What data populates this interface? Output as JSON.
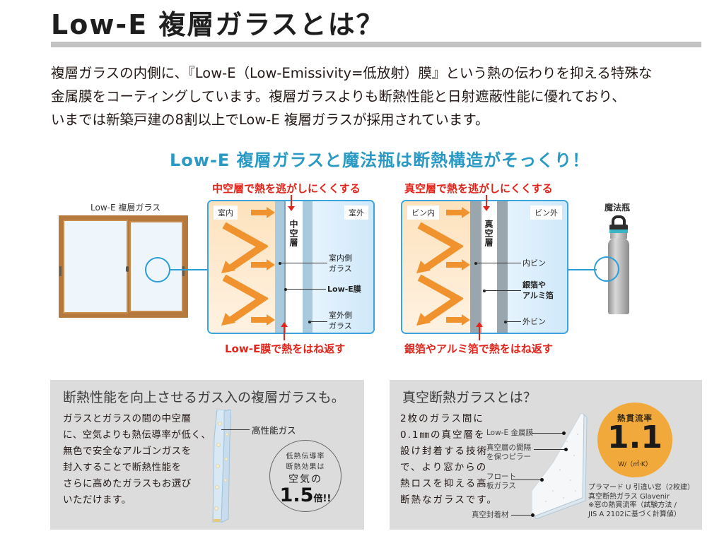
{
  "header": {
    "title": "Low-E 複層ガラスとは？"
  },
  "intro": {
    "lines": [
      "複層ガラスの内側に、『Low-E（Low-Emissivity=低放射）膜』という熱の伝わりを抑える特殊な",
      "金属膜をコーティングしています。複層ガラスよりも断熱性能と日射遮蔽性能に優れており、",
      "いまでは新築戸建の8割以上でLow-E 複層ガラスが採用されています。"
    ]
  },
  "comparison": {
    "headline": "Low-E 複層ガラスと魔法瓶は断熱構造がそっくり！",
    "window_label": "Low-E 複層ガラス",
    "bottle_label": "魔法瓶",
    "accent_color": "#2a9ac4",
    "warning_color": "#e0251b",
    "glass_diagram": {
      "top_caption": "中空層で熱を逃がしにくくする",
      "bottom_caption": "Low-E膜で熱をはね返す",
      "inside_tag": "室内",
      "outside_tag": "室外",
      "gap_label": "中空層",
      "callouts": {
        "inner_glass": [
          "室内側",
          "ガラス"
        ],
        "film": "Low-E膜",
        "outer_glass": [
          "室外側",
          "ガラス"
        ]
      }
    },
    "bottle_diagram": {
      "top_caption": "真空層で熱を逃がしにくくする",
      "bottom_caption": "銀箔やアルミ箔で熱をはね返す",
      "inside_tag": "ビン内",
      "outside_tag": "ビン外",
      "gap_label": "真空層",
      "callouts": {
        "inner_wall": "内ビン",
        "foil": [
          "銀箔や",
          "アルミ箔"
        ],
        "outer_wall": "外ビン"
      }
    }
  },
  "gas_box": {
    "heading": "断熱性能を向上させるガス入の複層ガラスも。",
    "body_lines": [
      "ガラスとガラスの間の中空層",
      "に、空気よりも熱伝導率が低く、",
      "無色で安全なアルゴンガスを",
      "封入することで断熱性能を",
      "さらに高めたガラスもお選び",
      "いただけます。"
    ],
    "gas_label": "高性能ガス",
    "badge": {
      "line1": "低熱伝導率",
      "line2": "断熱効果は",
      "line3": "空気の",
      "value": "1.5",
      "suffix": "倍!!"
    }
  },
  "vacuum_box": {
    "heading": "真空断熱ガラスとは？",
    "body_lines": [
      "2枚のガラス間に",
      "0.1㎜の真空層を",
      "設け封着する技術",
      "で、より窓からの",
      "熱ロスを抑える高",
      "断熱なガラスです。"
    ],
    "labels": {
      "lowe": "Low-E 金属膜",
      "pillar": [
        "真空層の間隔",
        "を保つピラー"
      ],
      "float": [
        "フロート",
        "板ガラス"
      ],
      "seal": "真空封着材"
    },
    "u_value": {
      "label": "熱貫流率",
      "value": "1.1",
      "unit": "W/（㎡·K）",
      "color": "#f2a93b"
    },
    "footnote_lines": [
      "プラマード U 引違い窓（2枚建）",
      "真空断熱ガラス Glavenir",
      "※窓の熱貫流率（試験方法 /",
      "JIS A 2102に基づく計算値）"
    ]
  }
}
